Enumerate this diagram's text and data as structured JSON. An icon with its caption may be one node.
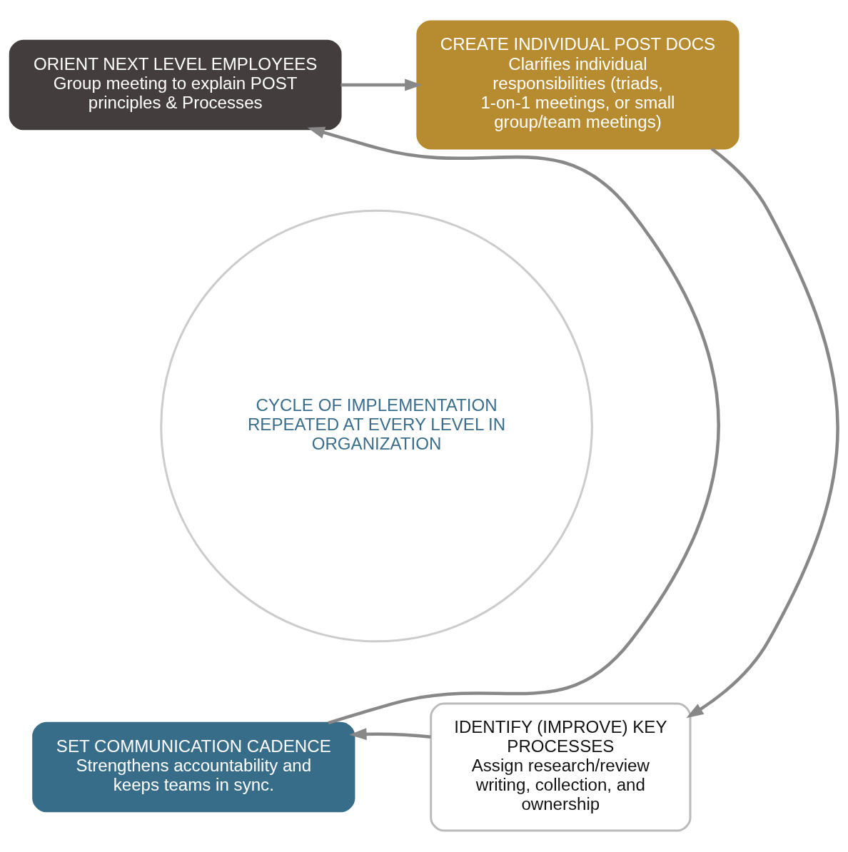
{
  "diagram": {
    "nodes": [
      {
        "text": [
          "ORIENT NEXT LEVEL EMPLOYEES",
          "Group meeting to explain POST principles & Processes"
        ]
      },
      {
        "text": [
          "CREATE INDIVIDUAL POST DOCS",
          "Clarifies individual responsibilities (triads, 1-on-1 meetings, or small group/team meetings)"
        ]
      },
      {
        "text": [
          "CYCLE OF IMPLEMENTATION",
          "REPEATED AT EVERY LEVEL IN ORGANIZATION"
        ]
      },
      {
        "text": [
          "SET COMMUNICATION CADENCE",
          "Strengthens accountability and keeps teams in sync."
        ]
      },
      {
        "text": [
          "IDENTIFY (IMPROVE) KEY PROCESSES",
          "Assign research/review writing, collection, and ownership"
        ]
      }
    ],
    "edges": [
      {
        "from": 0,
        "to": 1,
        "arrow": "to"
      },
      {
        "from": 1,
        "to": 4,
        "arrow": "to"
      },
      {
        "from": 4,
        "to": 3,
        "arrow": "to"
      },
      {
        "from": 3,
        "to": 0,
        "arrow": "to"
      }
    ]
  }
}
